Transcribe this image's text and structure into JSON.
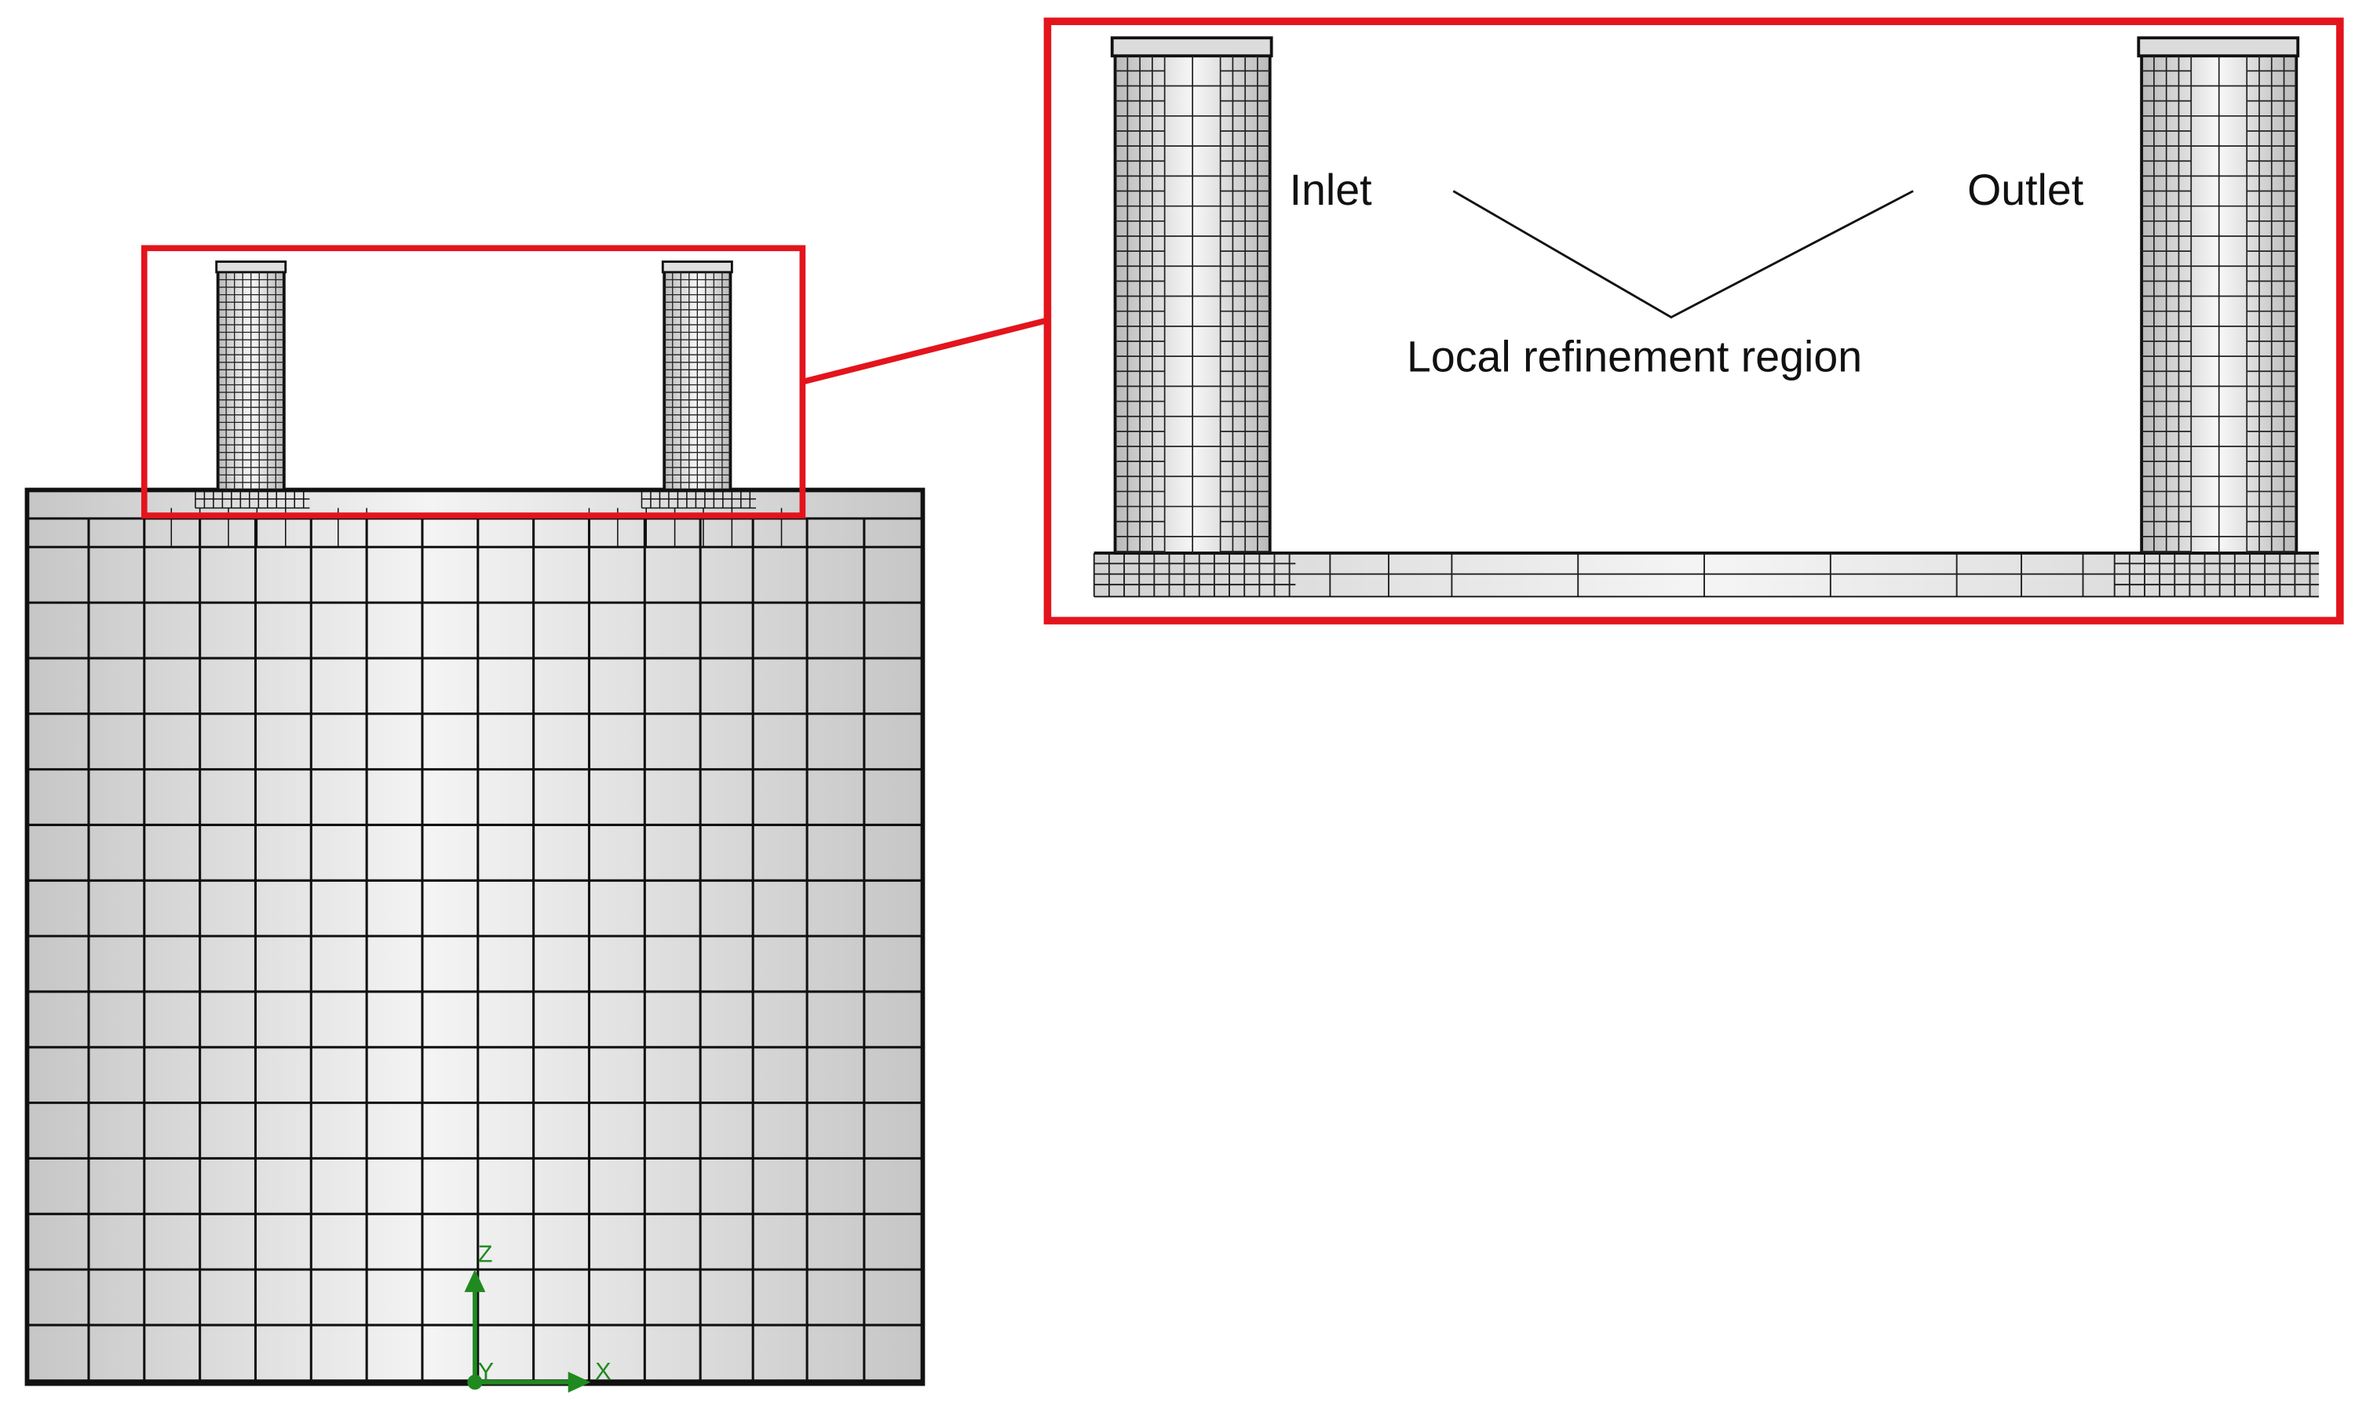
{
  "labels": {
    "inlet": "Inlet",
    "outlet": "Outlet",
    "refinement": "Local refinement region"
  },
  "axes": {
    "z": "Z",
    "y": "Y",
    "x": "X"
  },
  "colors": {
    "highlight": "#e3141c",
    "axis": "#1f8a1f",
    "mesh_line": "#111111",
    "mesh_fill_light": "#f6f6f6",
    "mesh_fill_dark": "#c8c8c8"
  }
}
